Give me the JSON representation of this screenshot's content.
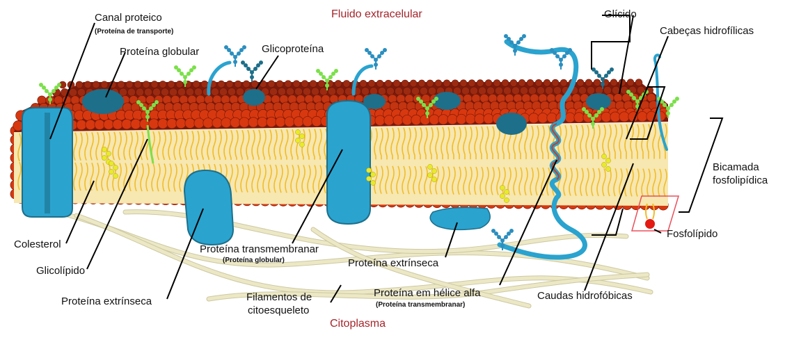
{
  "colors": {
    "head": "#d8380f",
    "head_dark": "#7a1a0c",
    "tail": "#f0bc2a",
    "protein": "#2aa3cf",
    "protein_dark": "#1d6f8a",
    "glycan_green": "#7be04a",
    "cholesterol": "#e8ea2c",
    "filament": "#ece8c6",
    "region_text": "#a3252b",
    "highlight_box": "#e8505b"
  },
  "regions": {
    "top": "Fluido extracelular",
    "bottom": "Citoplasma"
  },
  "labels": {
    "canal_proteico": "Canal proteico",
    "canal_proteico_sub": "(Proteína de transporte)",
    "proteina_globular": "Proteína globular",
    "glicoproteina": "Glicoproteína",
    "glicido": "Glícido",
    "cabecas": "Cabeças hidrofílicas",
    "bicamada_1": "Bicamada",
    "bicamada_2": "fosfolipídica",
    "fosfolipido": "Fosfolípido",
    "colesterol": "Colesterol",
    "glicolipido": "Glicolípido",
    "proteina_extrinseca_left": "Proteína extrínseca",
    "transmembranar": "Proteína transmembranar",
    "transmembranar_sub": "(Proteína globular)",
    "proteina_extrinseca_mid": "Proteína extrínseca",
    "filamentos_1": "Filamentos de",
    "filamentos_2": "citoesqueleto",
    "helice": "Proteína em hélice alfa",
    "helice_sub": "(Proteína transmembranar)",
    "caudas": "Caudas hidrofóbicas"
  }
}
